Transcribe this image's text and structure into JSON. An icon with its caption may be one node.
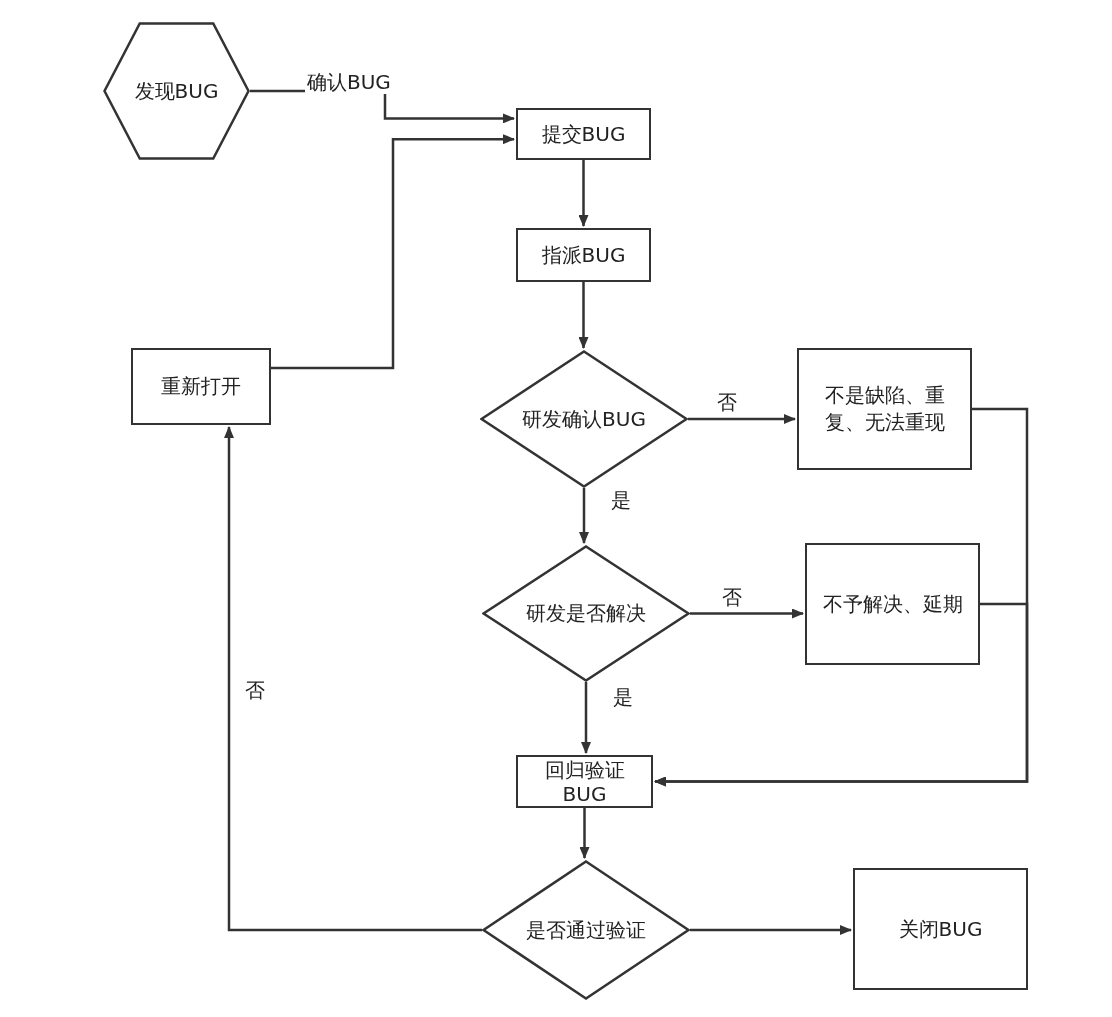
{
  "diagram": {
    "nodes": [
      {
        "text": [
          "发现BUG"
        ]
      },
      {
        "text": [
          "提交BUG"
        ]
      },
      {
        "text": [
          "指派BUG"
        ]
      },
      {
        "text": [
          "研发确认BUG"
        ]
      },
      {
        "text": [
          "不是缺陷、重复、无法重现"
        ]
      },
      {
        "text": [
          "研发是否解决"
        ]
      },
      {
        "text": [
          "不予解决、延期"
        ]
      },
      {
        "text": [
          "回归验证BUG"
        ]
      },
      {
        "text": [
          "是否通过验证"
        ]
      },
      {
        "text": [
          "关闭BUG"
        ]
      },
      {
        "text": [
          "重新打开"
        ]
      }
    ],
    "edges": [
      {
        "from": 0,
        "to": 1,
        "arrow": "to",
        "label": "确认BUG"
      },
      {
        "from": 10,
        "to": 1,
        "arrow": "to"
      },
      {
        "from": 1,
        "to": 2,
        "arrow": "to"
      },
      {
        "from": 2,
        "to": 3,
        "arrow": "to"
      },
      {
        "from": 3,
        "to": 4,
        "arrow": "to",
        "label": "否"
      },
      {
        "from": 3,
        "to": 5,
        "arrow": "to",
        "label": "是"
      },
      {
        "from": 5,
        "to": 6,
        "arrow": "to",
        "label": "否"
      },
      {
        "from": 5,
        "to": 7,
        "arrow": "to",
        "label": "是"
      },
      {
        "from": 4,
        "to": 7,
        "arrow": "to"
      },
      {
        "from": 6,
        "to": 7,
        "arrow": "to"
      },
      {
        "from": 7,
        "to": 8,
        "arrow": "to"
      },
      {
        "from": 8,
        "to": 9,
        "arrow": "to"
      },
      {
        "from": 8,
        "to": 10,
        "arrow": "to",
        "label": "否"
      }
    ]
  }
}
